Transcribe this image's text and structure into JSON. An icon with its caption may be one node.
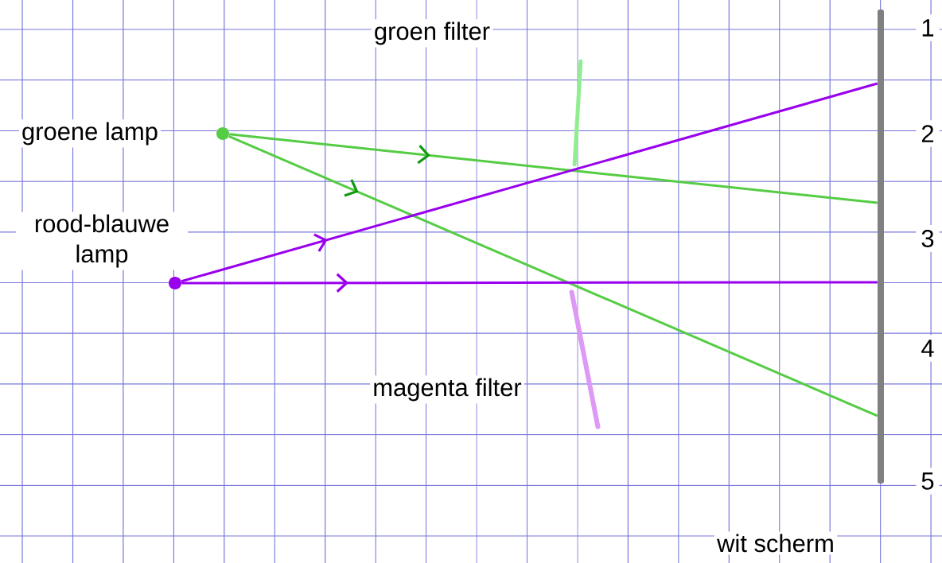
{
  "diagram": {
    "nodes": [
      {
        "text": [],
        "shape": "circle",
        "beside": [
          "groene lamp"
        ]
      },
      {
        "text": [],
        "shape": "circle",
        "beside": [
          "rood-blauwe lamp"
        ]
      },
      {
        "text": [],
        "shape": "bar",
        "beside": [
          "wit scherm"
        ]
      },
      {
        "text": [],
        "shape": "bar",
        "beside": [
          "groen filter"
        ]
      },
      {
        "text": [],
        "shape": "bar",
        "beside": [
          "magenta filter"
        ]
      }
    ],
    "edges": [
      {
        "from": 0,
        "to": 2,
        "arrow": "to",
        "color": "#55cc44"
      },
      {
        "from": 0,
        "to": 2,
        "arrow": "to",
        "color": "#55cc44"
      },
      {
        "from": 1,
        "to": 2,
        "arrow": "to",
        "color": "#9900ee"
      },
      {
        "from": 1,
        "to": 2,
        "arrow": "to",
        "color": "#9900ee"
      }
    ],
    "labels": [
      "1",
      "2",
      "3",
      "4",
      "5"
    ]
  }
}
